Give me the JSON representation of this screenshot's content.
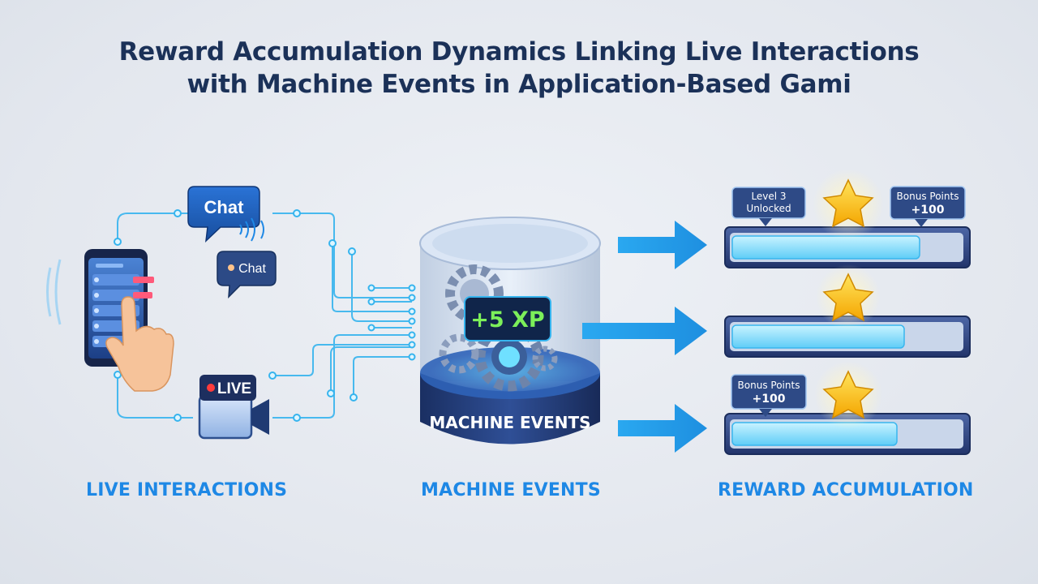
{
  "title": {
    "line1": "Reward Accumulation Dynamics Linking Live Interactions",
    "line2": "with Machine Events in Application-Based Gami"
  },
  "sections": {
    "live": "LIVE INTERACTIONS",
    "machine": "MACHINE EVENTS",
    "reward": "REWARD ACCUMULATION"
  },
  "chat_bubbles": {
    "large": "Chat",
    "small": "Chat"
  },
  "live_badge": "LIVE",
  "cylinder": {
    "xp_badge": "+5 XP",
    "label": "MACHINE EVENTS"
  },
  "reward_bars": [
    {
      "progress": 0.82,
      "callouts": [
        {
          "line1": "Level 3",
          "line2": "Unlocked"
        },
        {
          "line1": "Bonus Points",
          "line2": "+100"
        }
      ]
    },
    {
      "progress": 0.75,
      "callouts": []
    },
    {
      "progress": 0.72,
      "callouts": [
        {
          "line1": "Bonus Points",
          "line2": "+100"
        }
      ]
    }
  ],
  "icons": [
    "smartphone-icon",
    "hand-pointer-icon",
    "chat-bubble-icon",
    "video-camera-icon",
    "gear-icon",
    "arrow-right-icon",
    "star-icon",
    "circuit-line-icon"
  ],
  "colors": {
    "title": "#1b3158",
    "section_label": "#1e88e5",
    "arrow": "#2aa8f0",
    "bar_fill": "#7fdcfa",
    "xp_text": "#7cf05a",
    "star": "#ffc629"
  }
}
